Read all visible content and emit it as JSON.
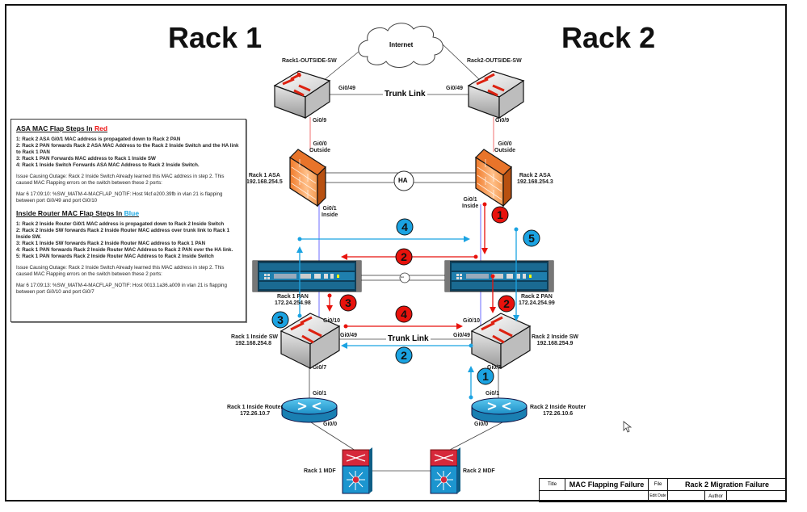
{
  "diagram": {
    "rack1_title": "Rack 1",
    "rack2_title": "Rack 2",
    "internet_label": "Internet",
    "devices": {
      "rack1_outside_sw": "Rack1-OUTSIDE-SW",
      "rack2_outside_sw": "Rack2-OUTSIDE-SW",
      "rack1_asa_name": "Rack 1  ASA",
      "rack1_asa_ip": "192.168.254.5",
      "rack2_asa_name": "Rack 2  ASA",
      "rack2_asa_ip": "192.168.254.3",
      "rack1_pan_name": "Rack 1  PAN",
      "rack1_pan_ip": "172.24.254.98",
      "rack2_pan_name": "Rack 2   PAN",
      "rack2_pan_ip": "172.24.254.99",
      "rack1_inside_sw_name": "Rack 1  Inside SW",
      "rack1_inside_sw_ip": "192.168.254.8",
      "rack2_inside_sw_name": "Rack 2  Inside SW",
      "rack2_inside_sw_ip": "192.168.254.9",
      "rack1_router_name": "Rack 1  Inside Router",
      "rack1_router_ip": "172.26.10.7",
      "rack2_router_name": "Rack 2  Inside Router",
      "rack2_router_ip": "172.26.10.6",
      "rack1_mdf": "Rack 1  MDF",
      "rack2_mdf": "Rack 2  MDF"
    },
    "ports": {
      "gi049": "Gi0/49",
      "gi09": "Gi0/9",
      "gi00": "Gi0/0",
      "outside": "Outside",
      "gi01": "Gi0/1",
      "inside": "Inside",
      "gi010": "Gi0/10",
      "gi07": "Gi0/7"
    },
    "links": {
      "trunk_link": "Trunk Link",
      "ha": "HA",
      "ha_small": "HA"
    },
    "red_steps": [
      "1",
      "2",
      "3",
      "4",
      "2"
    ],
    "blue_steps": [
      "4",
      "5",
      "3",
      "2",
      "1"
    ],
    "colors": {
      "red": "#e8120c",
      "blue": "#1ba3e2",
      "inside_link": "#6b6bff",
      "outside_link": "#f07070"
    }
  },
  "notes": {
    "asa_heading_prefix": "ASA MAC Flap Steps In ",
    "asa_heading_color_word": "Red",
    "asa_steps": [
      "1: Rack 2  ASA Gi0/1 MAC address is propagated down to Rack 2  PAN",
      "2: Rack 2  PAN forwards Rack 2  ASA MAC Address to the Rack 2  Inside Switch and the HA link to Rack 1  PAN",
      "3: Rack 1  PAN Forwards MAC address to Rack 1  Inside SW",
      "4: Rack 1  Inside Switch Forwards ASA MAC Address to Rack 2  Inside Switch."
    ],
    "asa_issue": "Issue Causing Outage: Rack 2  Inside Switch Already learned this MAC address in step 2. This caused MAC Flapping errors on the switch between these 2 ports:",
    "asa_log": "Mar  6 17:09:10: %SW_MATM-4-MACFLAP_NOTIF: Host f4cf.e200.39fb in vlan 21 is flapping between port Gi0/49 and port Gi0/10",
    "router_heading_prefix": "Inside Router MAC Flap Steps In ",
    "router_heading_color_word": "Blue",
    "router_steps": [
      "1: Rack 2  Inside Router Gi0/1 MAC address is propagated down to Rack 2  Inside Switch",
      "2: Rack 2  Inside SW forwards Rack 2  Inside Router MAC address over trunk link to Rack 1  Inside SW.",
      "3: Rack 1  Inside SW forwards Rack 2  Inside Router MAC address to Rack 1  PAN",
      "4: Rack 1   PAN forwards Rack 2  Inside Router MAC Address to Rack 2  PAN over the HA link.",
      "5: Rack 1  PAN forwards Rack 2  Inside Router MAC Address to Rack 2  Inside Switch"
    ],
    "router_issue": "Issue Causing Outage: Rack 2  Inside Switch Already learned this MAC address in step 2. This caused MAC Flapping errors on the switch between these 2 ports:",
    "router_log": "Mar  6 17:09:13: %SW_MATM-4-MACFLAP_NOTIF: Host 0013.1a36.a009 in vlan 21 is flapping between port Gi0/10 and port Gi0/7"
  },
  "title_block": {
    "title_label": "Title",
    "title_value": "MAC Flapping Failure",
    "file_label": "File",
    "file_value": "Rack 2  Migration Failure",
    "edit_date_label": "Edit Date",
    "edit_date_value": "",
    "author_label": "Author",
    "author_value": ""
  }
}
